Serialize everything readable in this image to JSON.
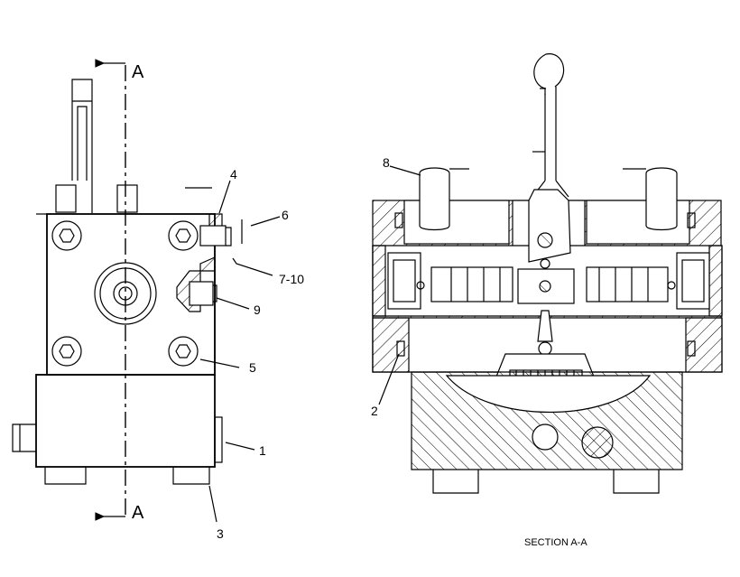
{
  "left_view": {
    "section_marker_top": "A",
    "section_marker_bottom": "A",
    "callouts": [
      "4",
      "6",
      "7-10",
      "9",
      "5",
      "1",
      "3"
    ]
  },
  "right_view": {
    "callouts": [
      "8",
      "2"
    ],
    "caption": "SECTION A-A"
  }
}
